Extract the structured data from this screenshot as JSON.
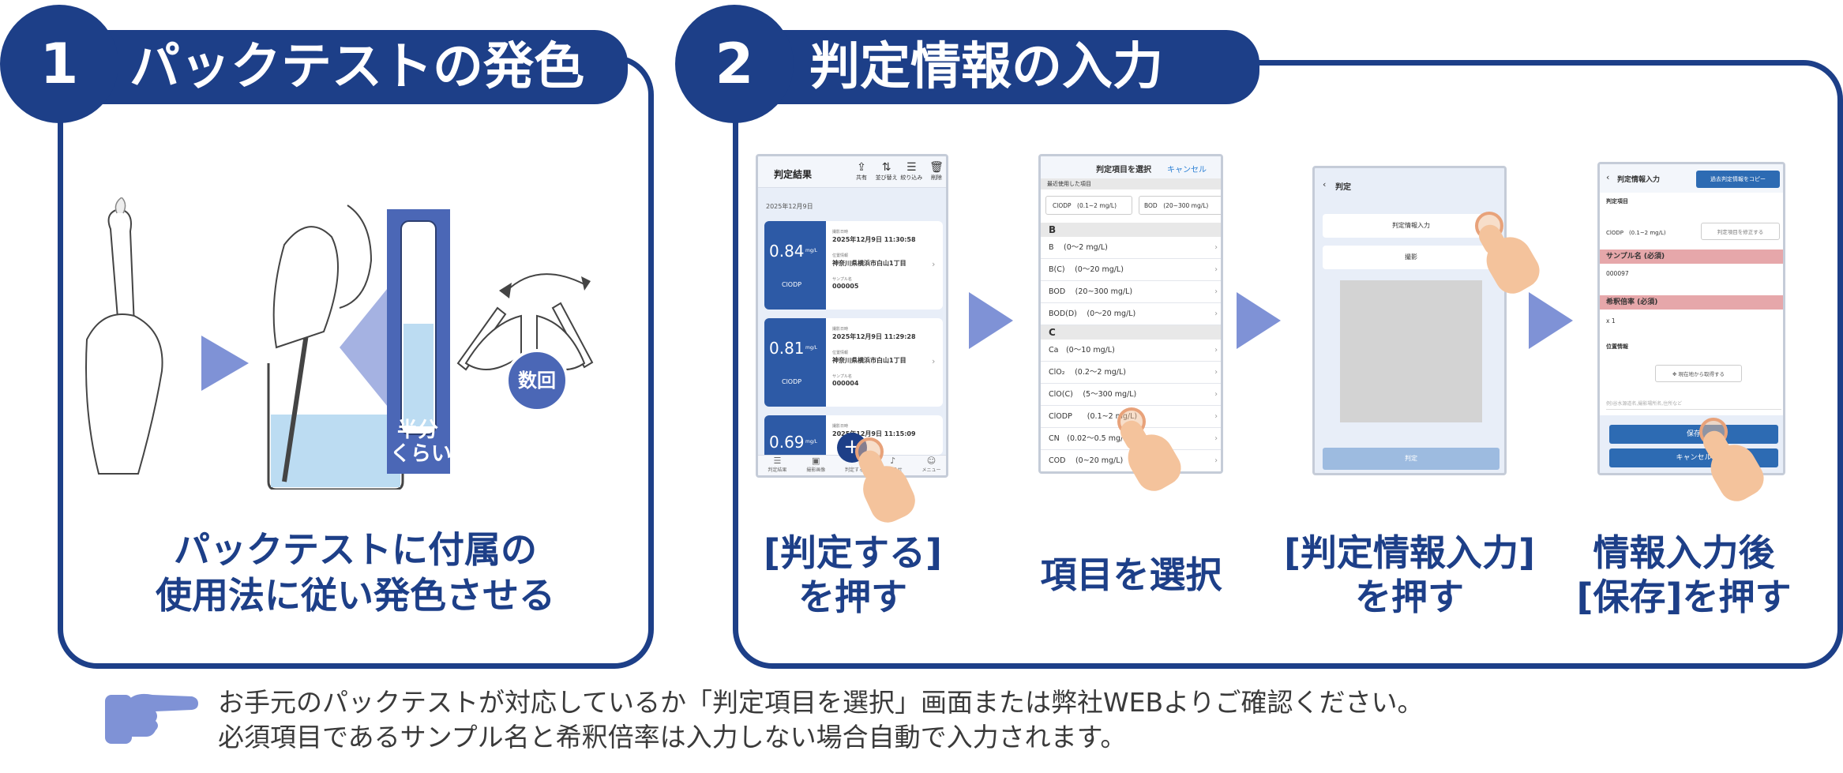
{
  "step1": {
    "number": "1",
    "title": "パックテストの発色",
    "badge_half": "半分\nくらい",
    "badge_repeat": "数回",
    "caption_line1": "パックテストに付属の",
    "caption_line2": "使用法に従い発色させる"
  },
  "step2": {
    "number": "2",
    "title": "判定情報の入力",
    "captions": [
      {
        "line1": "[判定する]",
        "line2": "を押す"
      },
      {
        "line1": "項目を選択",
        "line2": ""
      },
      {
        "line1": "[判定情報入力]",
        "line2": "を押す"
      },
      {
        "line1": "情報入力後",
        "line2": "[保存]を押す"
      }
    ]
  },
  "screen1": {
    "title": "判定結果",
    "toolbar": [
      "共有",
      "並び替え",
      "絞り込み",
      "削除"
    ],
    "date": "2025年12月9日",
    "cards": [
      {
        "value": "0.84",
        "unit": "mg/L",
        "item": "ClODP",
        "time_label": "撮影日時",
        "time": "2025年12月9日 11:30:58",
        "place_label": "位置情報",
        "place": "神奈川県横浜市白山1丁目",
        "sample_label": "サンプル名",
        "sample": "000005"
      },
      {
        "value": "0.81",
        "unit": "mg/L",
        "item": "ClODP",
        "time_label": "撮影日時",
        "time": "2025年12月9日 11:29:28",
        "place_label": "位置情報",
        "place": "神奈川県横浜市白山1丁目",
        "sample_label": "サンプル名",
        "sample": "000004"
      },
      {
        "value": "0.69",
        "unit": "mg/L",
        "item": "",
        "time_label": "撮影日時",
        "time": "2025年12月9日 11:15:09",
        "place_label": "",
        "place": "",
        "sample_label": "",
        "sample": ""
      }
    ],
    "tabs": [
      "判定結果",
      "撮影画像",
      "判定する",
      "お知らせ",
      "メニュー"
    ],
    "fab": "+"
  },
  "screen2": {
    "title": "判定項目を選択",
    "cancel": "キャンセル",
    "recent_label": "最近使用した項目",
    "recent": [
      "ClODP　(0.1~2 mg/L)",
      "BOD　(20~300 mg/L)"
    ],
    "sections": [
      {
        "letter": "B",
        "rows": [
          "B　 (0～2 mg/L)",
          "B(C)　 (0～20 mg/L)",
          "BOD　 (20~300 mg/L)",
          "BOD(D)　 (0～20 mg/L)"
        ]
      },
      {
        "letter": "C",
        "rows": [
          "Ca　(0～10 mg/L)",
          "ClO₂　 (0.2～2 mg/L)",
          "ClO(C)　 (5～300 mg/L)",
          "ClODP　　(0.1~2 mg/L)",
          "CN　(0.02～0.5 mg/L)",
          "COD　 (0~20 mg/L)"
        ]
      }
    ]
  },
  "screen3": {
    "title": "判定",
    "btn_info": "判定情報入力",
    "btn_photo": "撮影",
    "btn_judge": "判定"
  },
  "screen4": {
    "title": "判定情報入力",
    "copy_btn": "過去判定情報をコピー",
    "item_label": "判定項目",
    "item_value": "ClODP　(0.1~2 mg/L)",
    "item_change": "判定項目を修正する",
    "sample_label": "サンプル名 (必須)",
    "sample_value": "000097",
    "dilution_label": "希釈倍率 (必須)",
    "dilution_value": "x 1",
    "location_label": "位置情報",
    "location_btn": "現在地から取得する",
    "location_placeholder": "例)谷水源道名,撮影場所名,住所など",
    "save": "保存",
    "cancel": "キャンセル"
  },
  "note": {
    "line1": "お手元のパックテストが対応しているか「判定項目を選択」画面または弊社WEBよりご確認ください。",
    "line2": "必須項目であるサンプル名と希釈倍率は入力しない場合自動で入力されます。"
  },
  "colors": {
    "navy": "#1d3f88",
    "arrow": "#7f92d6",
    "water": "#bcdcf2"
  }
}
